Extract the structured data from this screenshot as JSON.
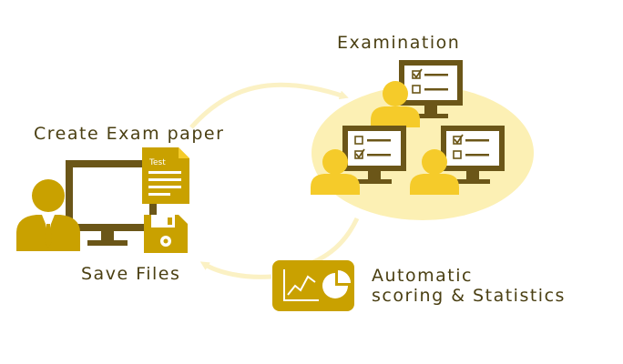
{
  "labels": {
    "examination": "Examination",
    "create_exam_paper": "Create Exam paper",
    "save_files": "Save Files",
    "automatic_scoring_line1": "Automatic",
    "automatic_scoring_line2": "scoring & Statistics"
  },
  "test_sheet_text": "Test",
  "icons": {
    "teacher": "teacher-at-computer-icon",
    "test_paper": "test-paper-icon",
    "floppy": "floppy-disk-icon",
    "students": "students-at-monitors-icon",
    "statistics": "statistics-chart-icon",
    "checkbox_checked": "checked-checkbox-icon",
    "checkbox_empty": "empty-checkbox-icon"
  },
  "colors": {
    "gold": "#c9a100",
    "gold_light": "#f5cb2a",
    "ellipse": "#fcf0b4",
    "brown": "#6b5618",
    "arrow": "#fbf1c4",
    "text": "#4a3f12"
  }
}
